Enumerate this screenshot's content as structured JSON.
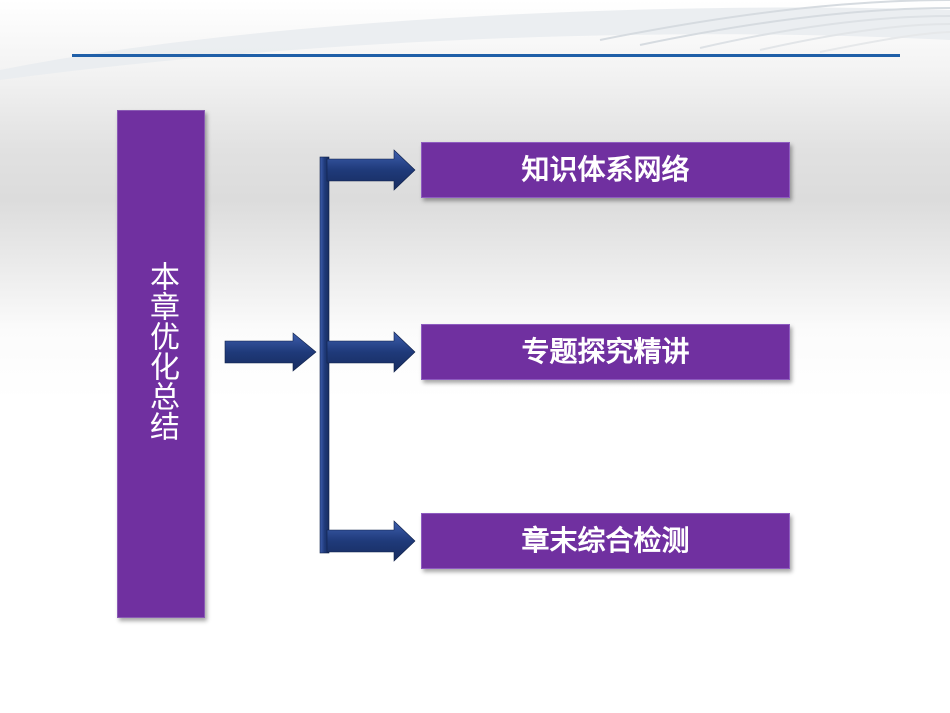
{
  "root": {
    "label": "本章优化总结"
  },
  "items": [
    {
      "label": "知识体系网络"
    },
    {
      "label": "专题探究精讲"
    },
    {
      "label": "章末综合检测"
    }
  ],
  "colors": {
    "box_fill": "#7030a0",
    "arrow_fill": "#1f3a7a",
    "header_rule": "#1f5fa8"
  }
}
